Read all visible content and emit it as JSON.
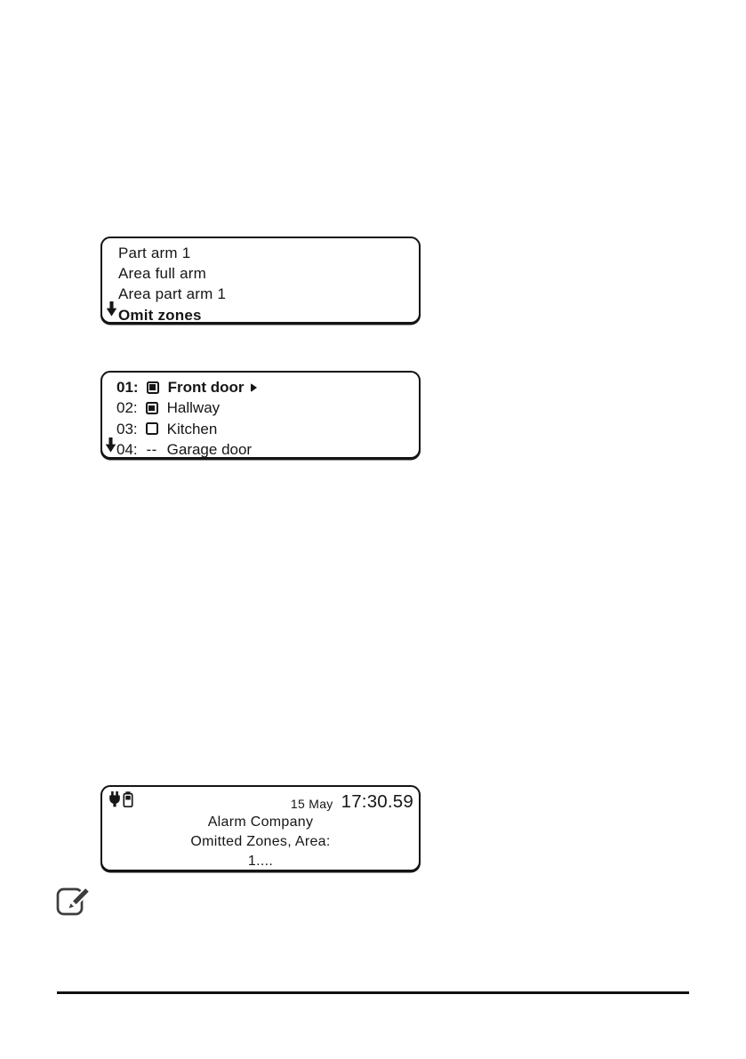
{
  "page": {
    "background": "#ffffff",
    "ink": "#161616",
    "note_icon_color": "#3d3d3d"
  },
  "menu_screen": {
    "description": "arming options menu display",
    "items": [
      {
        "label": "Part arm 1"
      },
      {
        "label": "Area full arm"
      },
      {
        "label": "Area part arm 1"
      },
      {
        "label": "Omit zones"
      }
    ],
    "scroll_icon": "down-arrow"
  },
  "zones_screen": {
    "description": "omit zones list display",
    "rows": [
      {
        "num": "01:",
        "state": "omitted-checked",
        "name": "Front door",
        "submenu": true
      },
      {
        "num": "02:",
        "state": "omitted-checked",
        "name": "Hallway",
        "submenu": false
      },
      {
        "num": "03:",
        "state": "not-omitted",
        "name": "Kitchen",
        "submenu": false
      },
      {
        "num": "04:",
        "state": "not-omittable",
        "state_text": "--",
        "name": "Garage door",
        "submenu": false
      }
    ],
    "scroll_icon": "down-arrow"
  },
  "status_screen": {
    "description": "idle status display with omitted zones",
    "icons": [
      "power-plug",
      "battery"
    ],
    "date": "15 May",
    "time": "17:30.59",
    "line1": "Alarm Company",
    "line2": "Omitted Zones, Area:",
    "line3": "1...."
  },
  "margin_note_icon": "note-pencil"
}
